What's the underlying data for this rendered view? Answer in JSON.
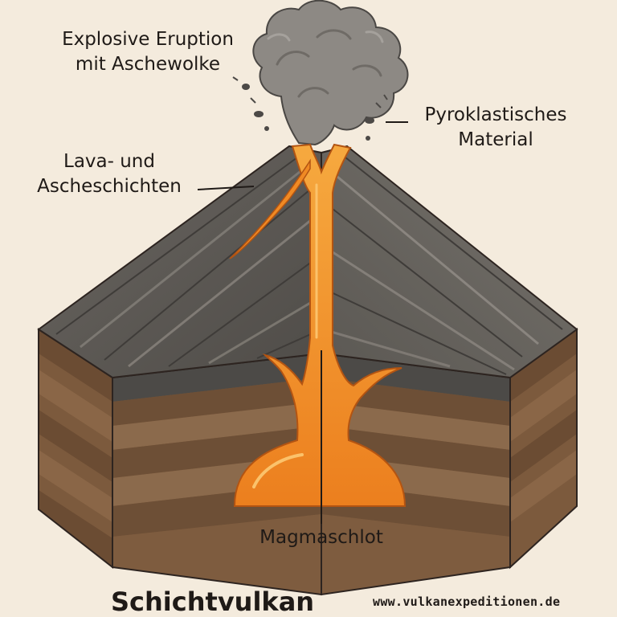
{
  "labels": {
    "eruption_line1": "Explosive Eruption",
    "eruption_line2": "mit Aschewolke",
    "pyro_line1": "Pyroklastisches",
    "pyro_line2": "Material",
    "layers_line1": "Lava- und",
    "layers_line2": "Ascheschichten",
    "magma": "Magmaschlot"
  },
  "title": "Schichtvulkan",
  "website": "www.vulkanexpeditionen.de",
  "colors": {
    "background": "#f4ebdd",
    "lava": "#f08a24",
    "lava_light": "#f6a93f",
    "ash_cloud": "#8d8984",
    "rock_dark": "#55524e",
    "earth_brown": "#7c5a3d"
  }
}
